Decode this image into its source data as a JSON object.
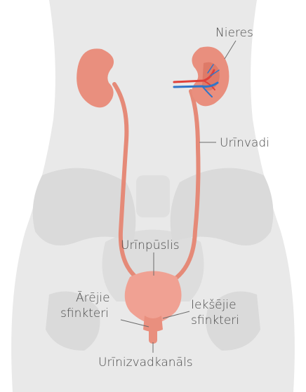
{
  "labels": {
    "kidneys": "Nieres",
    "ureters": "Urīnvadi",
    "bladder": "Urīnpūslis",
    "external_sphincter_line1": "Ārējie",
    "external_sphincter_line2": "sfinkteri",
    "internal_sphincter_line1": "Iekšējie",
    "internal_sphincter_line2": "sfinkteri",
    "urethra": "Urīnizvadkanāls"
  },
  "colors": {
    "background": "#ffffff",
    "body_silhouette": "#e9e9e9",
    "pelvis_bone": "#dadada",
    "kidney": "#e98f7e",
    "kidney_dark": "#d9705f",
    "ureter": "#e58a78",
    "bladder": "#f0a193",
    "artery": "#e0413a",
    "vein": "#2f76c9",
    "label_text": "#4a4a4a",
    "leader_line": "#6b6b6b"
  }
}
